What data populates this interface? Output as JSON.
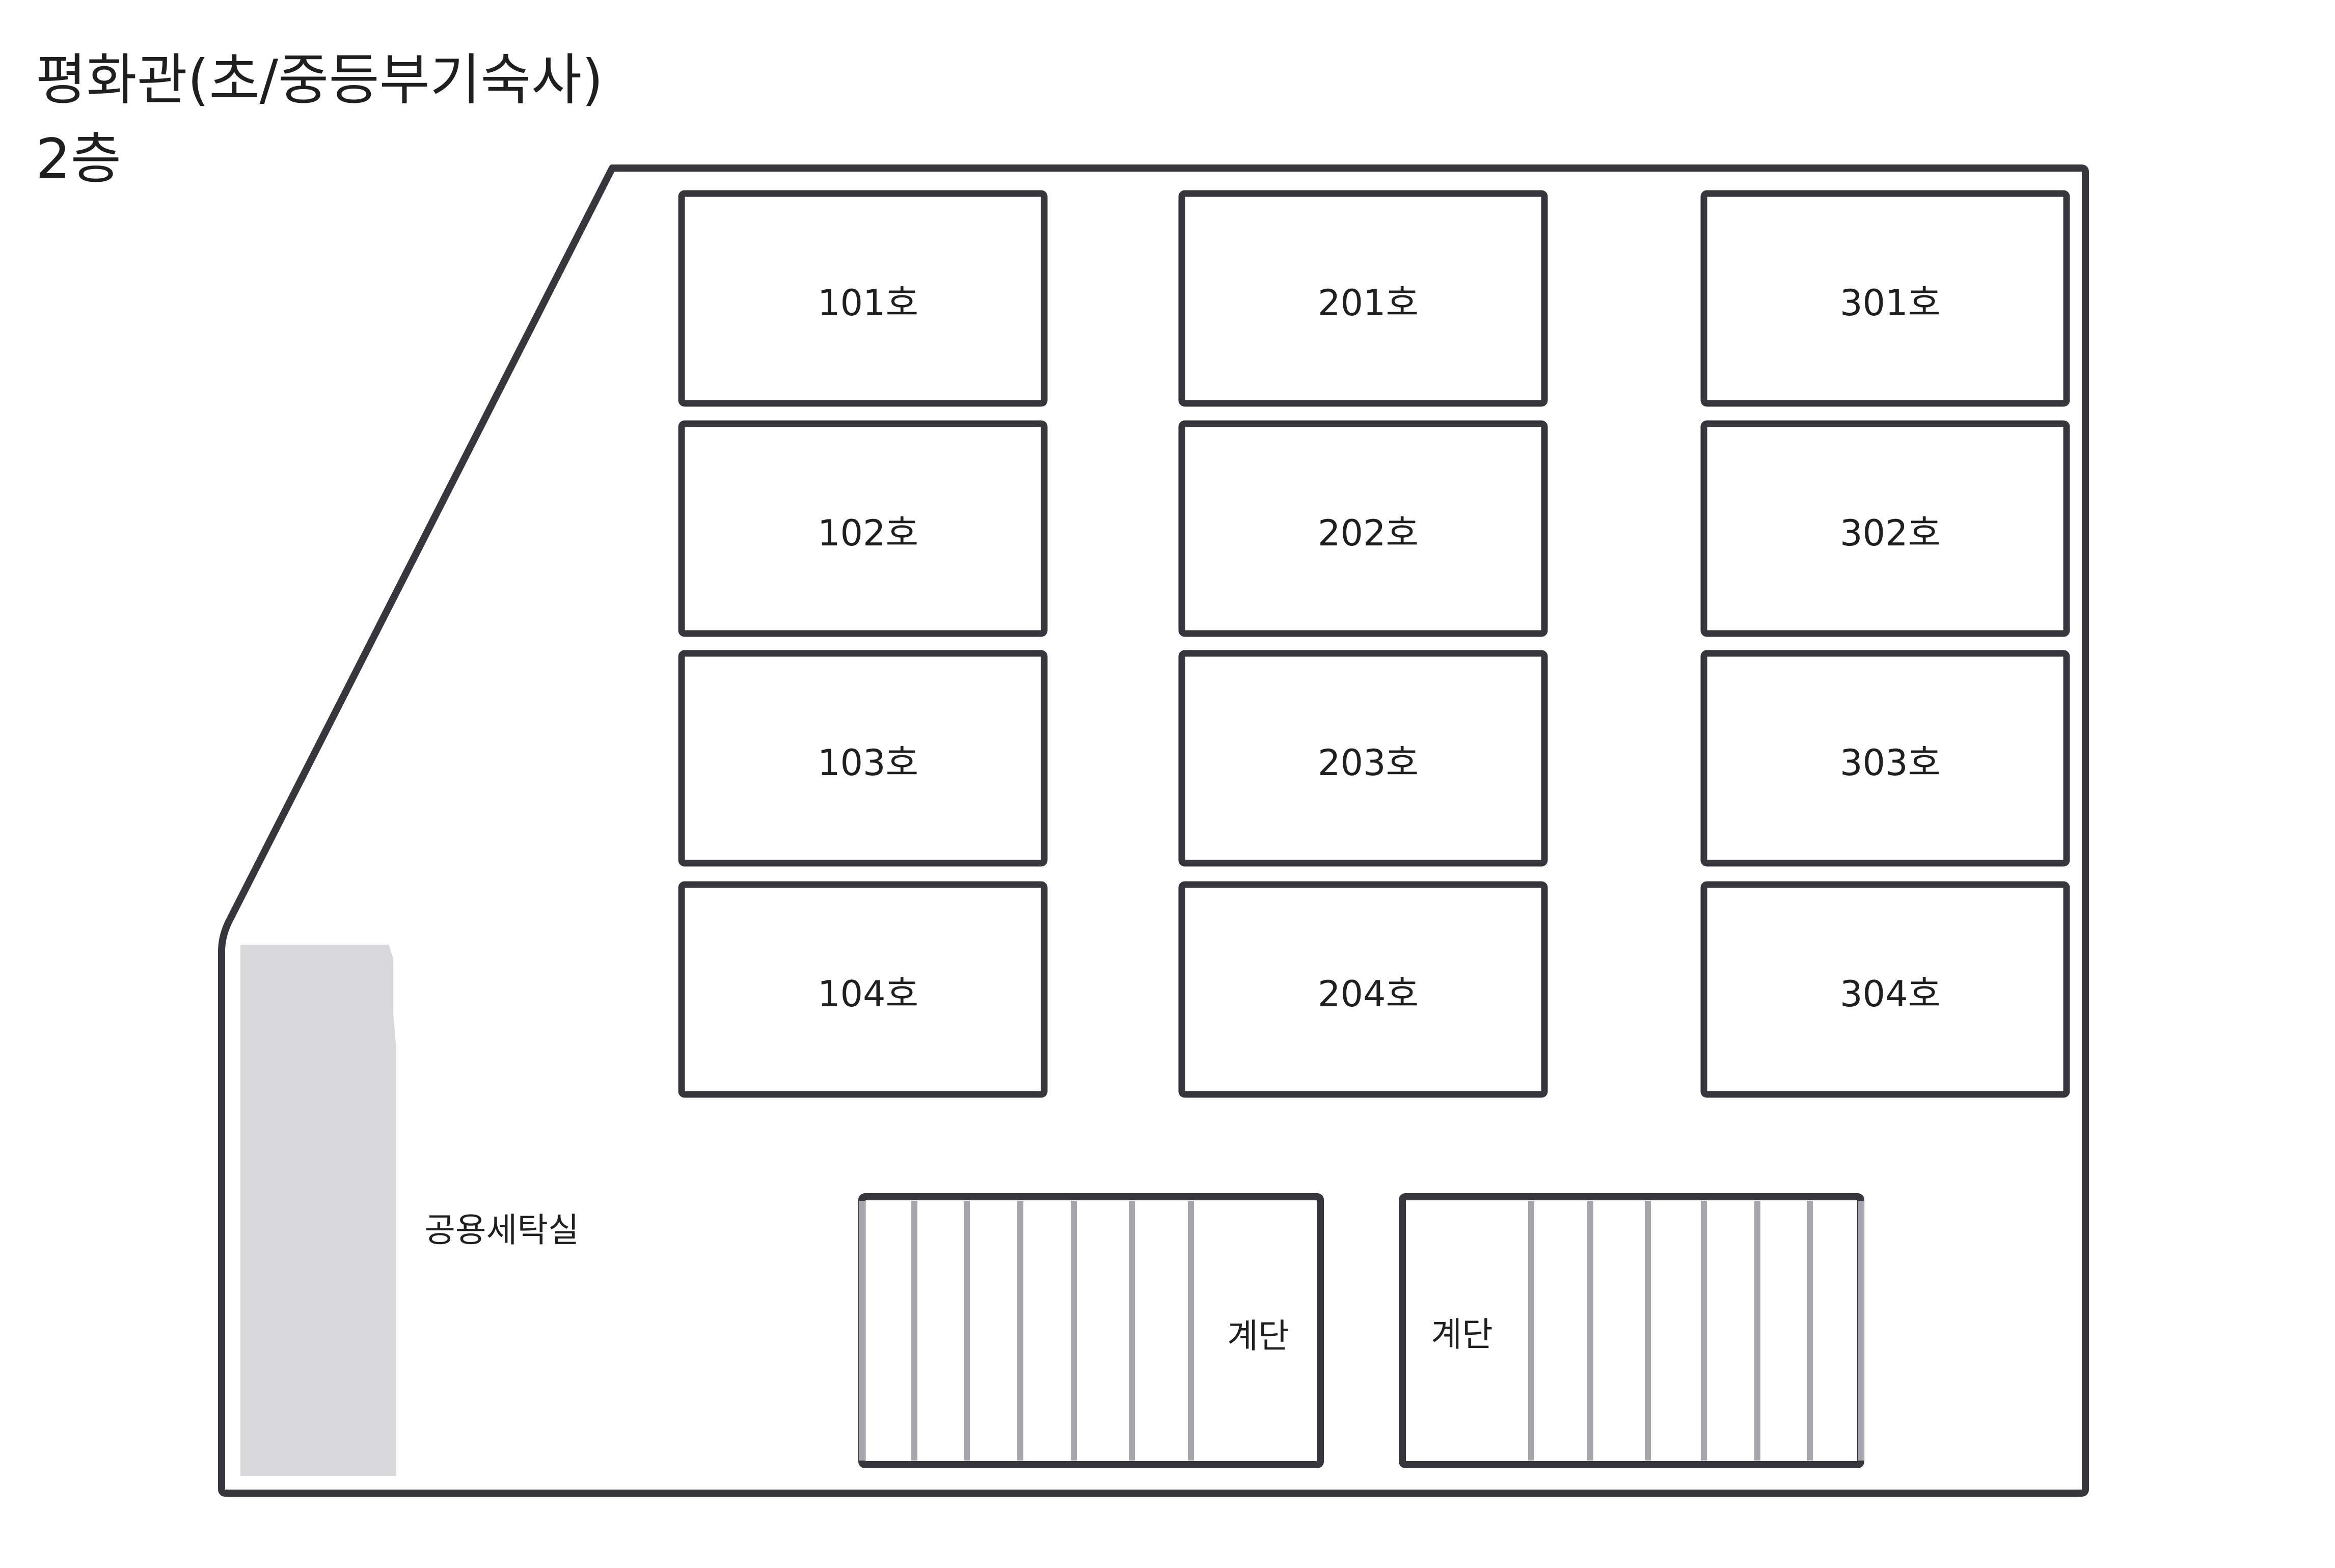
{
  "title": {
    "building": "평화관(초/중등부기숙사)",
    "floor": "2층"
  },
  "colors": {
    "wall": "#36363c",
    "stair_step": "#a5a5ab",
    "laundry_fill": "#d8d8da",
    "text": "#1f1f1f"
  },
  "rooms": [
    {
      "col": 1,
      "row": 1,
      "label": "101호"
    },
    {
      "col": 1,
      "row": 2,
      "label": "102호"
    },
    {
      "col": 1,
      "row": 3,
      "label": "103호"
    },
    {
      "col": 1,
      "row": 4,
      "label": "104호"
    },
    {
      "col": 2,
      "row": 1,
      "label": "201호"
    },
    {
      "col": 2,
      "row": 2,
      "label": "202호"
    },
    {
      "col": 2,
      "row": 3,
      "label": "203호"
    },
    {
      "col": 2,
      "row": 4,
      "label": "204호"
    },
    {
      "col": 3,
      "row": 1,
      "label": "301호"
    },
    {
      "col": 3,
      "row": 2,
      "label": "302호"
    },
    {
      "col": 3,
      "row": 3,
      "label": "303호"
    },
    {
      "col": 3,
      "row": 4,
      "label": "304호"
    }
  ],
  "laundry": {
    "label": "공용세탁실"
  },
  "stairs": [
    {
      "label": "계단"
    },
    {
      "label": "계단"
    }
  ]
}
